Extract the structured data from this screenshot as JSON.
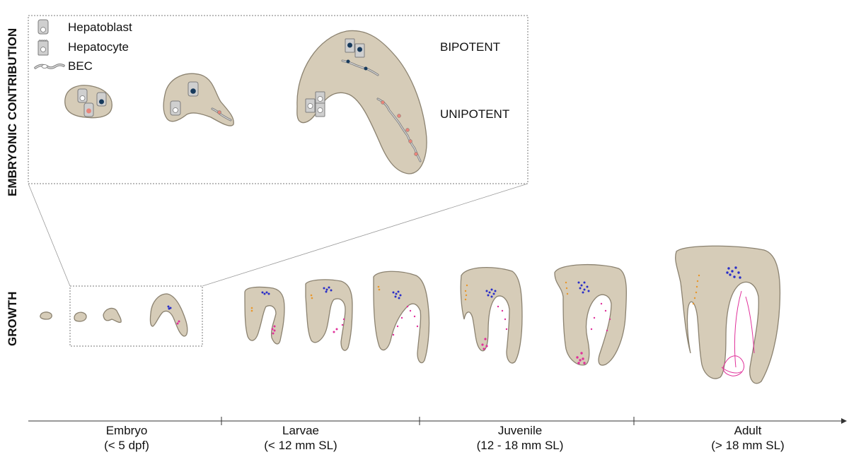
{
  "side_labels": {
    "embryonic": "EMBRYONIC CONTRIBUTION",
    "growth": "GROWTH"
  },
  "legend": {
    "hepatoblast": "Hepatoblast",
    "hepatocyte": "Hepatocyte",
    "bec": "BEC"
  },
  "potency": {
    "bipotent": "BIPOTENT",
    "unipotent": "UNIPOTENT"
  },
  "stages": [
    {
      "name": "Embryo",
      "range": "(< 5 dpf)"
    },
    {
      "name": "Larvae",
      "range": "(< 12 mm SL)"
    },
    {
      "name": "Juvenile",
      "range": "(12 - 18 mm SL)"
    },
    {
      "name": "Adult",
      "range": "(> 18 mm SL)"
    }
  ],
  "colors": {
    "liver_fill": "#d6ccb8",
    "liver_stroke": "#8b8270",
    "cell_fill": "#cfcfcf",
    "dark_nucleus": "#173a5c",
    "pink_nucleus": "#e8857a",
    "blue_clone": "#2a2fc8",
    "orange_clone": "#e8962a",
    "magenta_clone": "#e0309a"
  }
}
